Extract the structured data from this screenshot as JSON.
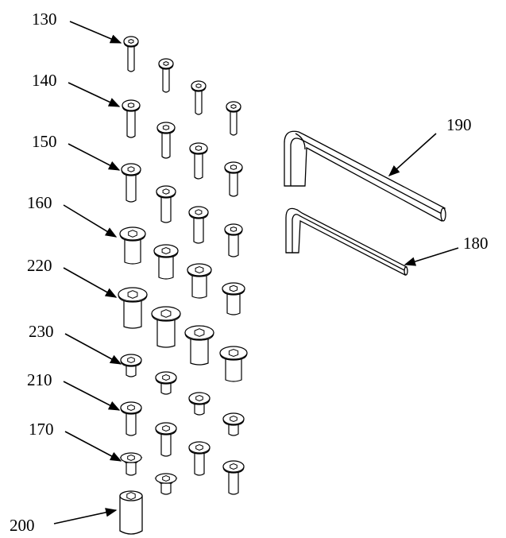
{
  "callouts": {
    "c130": "130",
    "c140": "140",
    "c150": "150",
    "c160": "160",
    "c220": "220",
    "c230": "230",
    "c210": "210",
    "c170": "170",
    "c200": "200",
    "c190": "190",
    "c180": "180"
  },
  "screw_rows": [
    {
      "callout": "130",
      "head": "button",
      "count": 4
    },
    {
      "callout": "140",
      "head": "button",
      "count": 4
    },
    {
      "callout": "150",
      "head": "button",
      "count": 4
    },
    {
      "callout": "160",
      "head": "button",
      "count": 4
    },
    {
      "callout": "220",
      "head": "button",
      "count": 4
    },
    {
      "callout": "230",
      "head": "button",
      "count": 4
    },
    {
      "callout": "210",
      "head": "button",
      "count": 4
    },
    {
      "callout": "170",
      "head": "flat",
      "count": 2
    },
    {
      "callout": "200",
      "head": "set-screw",
      "count": 1
    }
  ],
  "tools": [
    {
      "callout": "190",
      "type": "hex-key",
      "size": "large"
    },
    {
      "callout": "180",
      "type": "hex-key",
      "size": "small"
    }
  ]
}
